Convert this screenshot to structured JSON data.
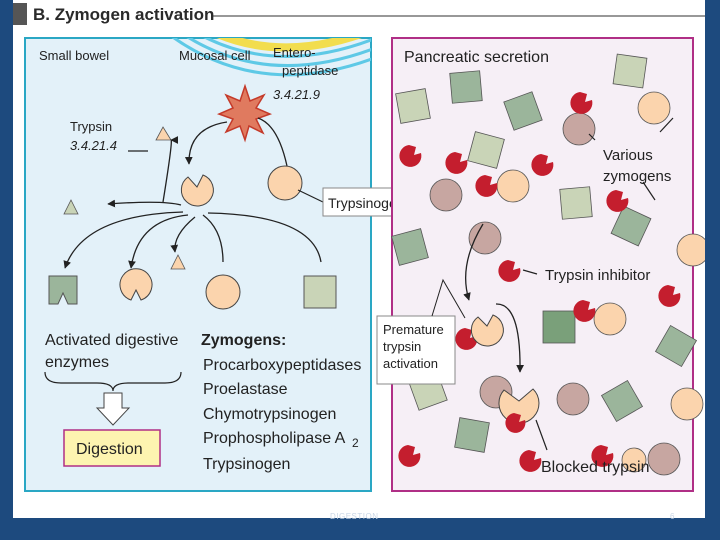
{
  "header": {
    "title": "B. Zymogen activation"
  },
  "left_panel": {
    "small_bowel": "Small bowel",
    "mucosal_cell": "Mucosal cell",
    "enteropeptidase": [
      "Entero-",
      "peptidase"
    ],
    "enteropeptidase_ec": "3.4.21.9",
    "trypsin": "Trypsin",
    "trypsin_ec": "3.4.21.4",
    "trypsinogen": "Trypsinogen",
    "activated": [
      "Activated digestive",
      "enzymes"
    ],
    "zymogens_title": "Zymogens:",
    "zymogens": [
      "Procarboxypeptidases",
      "Proelastase",
      "Chymotrypsinogen",
      "Prophospholipase A",
      "Trypsinogen"
    ],
    "zymogen_subscript": "2",
    "digestion": "Digestion"
  },
  "right_panel": {
    "title": "Pancreatic secretion",
    "various": [
      "Various",
      "zymogens"
    ],
    "inhibitor": "Trypsin inhibitor",
    "premature": [
      "Premature",
      "trypsin",
      "activation"
    ],
    "blocked": "Blocked trypsin"
  },
  "footer": {
    "text": "DIGESTION",
    "page": "6"
  },
  "colors": {
    "background": "#1d4a7e",
    "left_bg": "#e3f1f9",
    "right_bg": "#f6eff6",
    "left_border": "#2aa7c4",
    "right_border": "#b02f86",
    "peach": "#fbd4ad",
    "mauve": "#c7a6a1",
    "green": "#9bb59b",
    "sage": "#c9d4b7",
    "red": "#c41e2e",
    "star": "#e07a5f",
    "digestion_box": "#fdf4b0"
  }
}
